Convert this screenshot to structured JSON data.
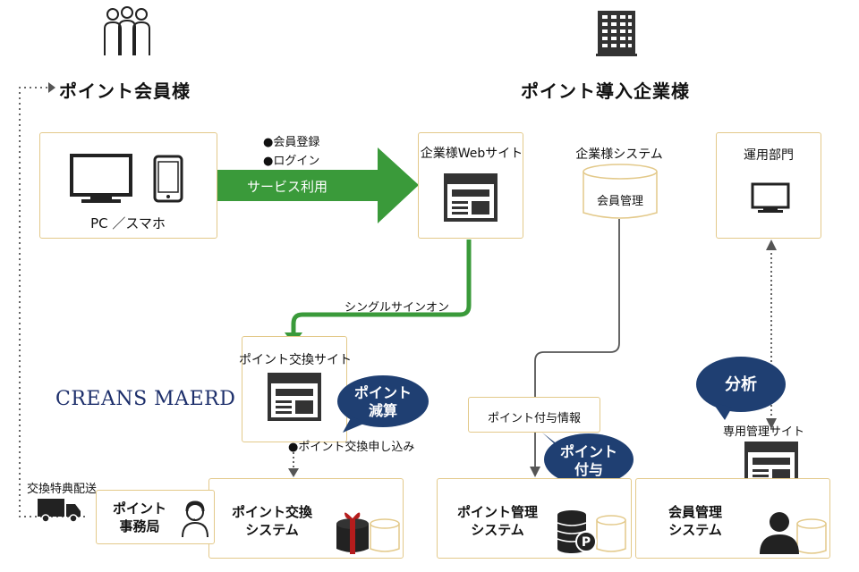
{
  "headings": {
    "members": "ポイント会員様",
    "companies": "ポイント導入企業様"
  },
  "member_device": {
    "label": "PC ／スマホ"
  },
  "service_arrow": {
    "bullet1": "●会員登録",
    "bullet2": "●ログイン",
    "label": "サービス利用"
  },
  "website": {
    "title": "企業様Webサイト"
  },
  "company_system": {
    "title": "企業様システム",
    "db_label": "会員管理"
  },
  "operations": {
    "title": "運用部門"
  },
  "sso": {
    "label": "シングルサインオン"
  },
  "exchange_site": {
    "title": "ポイント交換サイト"
  },
  "bubble_deduct": {
    "line1": "ポイント",
    "line2": "減算"
  },
  "exchange_apply": {
    "label": "●ポイント交換申し込み"
  },
  "point_info": {
    "label": "ポイント付与情報"
  },
  "bubble_grant": {
    "line1": "ポイント",
    "line2": "付与"
  },
  "bubble_analysis": {
    "label": "分析"
  },
  "admin_site": {
    "label": "専用管理サイト"
  },
  "logo": {
    "text": "CREANS MAERD"
  },
  "delivery": {
    "label": "交換特典配送"
  },
  "office": {
    "line1": "ポイント",
    "line2": "事務局"
  },
  "exchange_system": {
    "line1": "ポイント交換",
    "line2": "システム"
  },
  "points_system": {
    "line1": "ポイント管理",
    "line2": "システム"
  },
  "member_system": {
    "line1": "会員管理",
    "line2": "システム"
  },
  "colors": {
    "box_border": "#e3c98a",
    "green": "#3a9a3a",
    "navy": "#1f3f72",
    "gray": "#555555"
  },
  "icons": [
    "people-icon",
    "building-icon",
    "monitor-icon",
    "smartphone-icon",
    "webpage-icon",
    "database-icon",
    "truck-icon",
    "operator-icon",
    "gift-box-icon",
    "coin-stack-icon",
    "user-silhouette-icon"
  ]
}
